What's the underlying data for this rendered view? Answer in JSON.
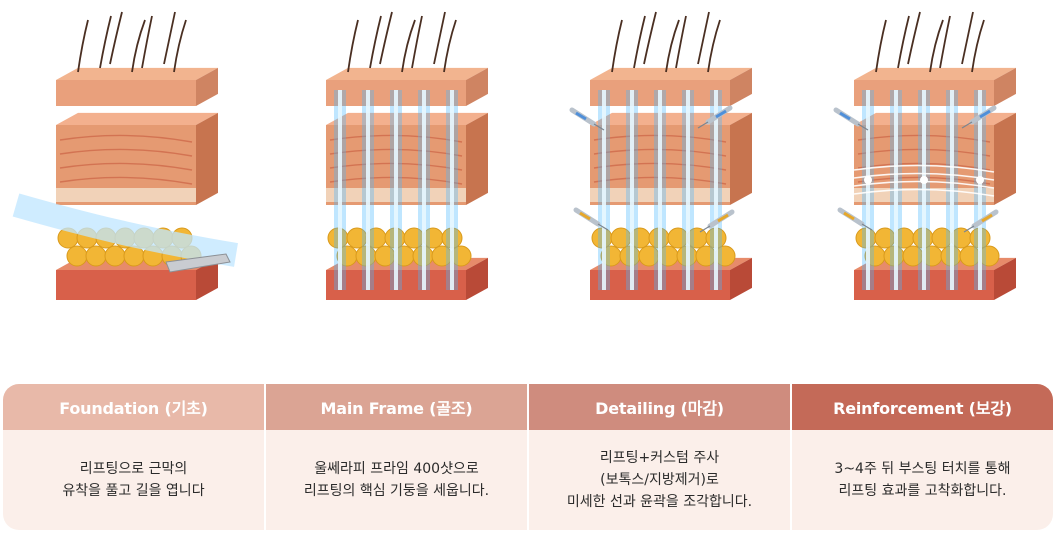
{
  "colors": {
    "header_1": "#e8b9a9",
    "header_2": "#dba494",
    "header_3": "#cf8c7e",
    "header_4": "#c46a58",
    "card_body": "#fbefea",
    "skin_top": "#f2b48f",
    "dermis": "#e59a72",
    "fat": "#f2b635",
    "light_beam": "#48b8ff"
  },
  "stages": [
    {
      "title": "Foundation (기초)",
      "lines": [
        "리프팅으로 근막의",
        "유착을 풀고 길을 엽니다"
      ],
      "illustration_icon": "skin-layers-ultrasound-icon"
    },
    {
      "title": "Main Frame (골조)",
      "lines": [
        "울쎄라피 프라임 400샷으로",
        "리프팅의 핵심 기둥을 세웁니다."
      ],
      "illustration_icon": "skin-layers-light-pillars-icon"
    },
    {
      "title": "Detailing (마감)",
      "lines": [
        "리프팅+커스텀 주사",
        "(보톡스/지방제거)로",
        "미세한 선과 윤곽을 조각합니다."
      ],
      "illustration_icon": "skin-layers-injections-icon"
    },
    {
      "title": "Reinforcement (보강)",
      "lines": [
        "3~4주 뒤 부스팅 터치를 통해",
        "리프팅 효과를 고착화합니다."
      ],
      "illustration_icon": "skin-layers-reinforced-icon"
    }
  ]
}
